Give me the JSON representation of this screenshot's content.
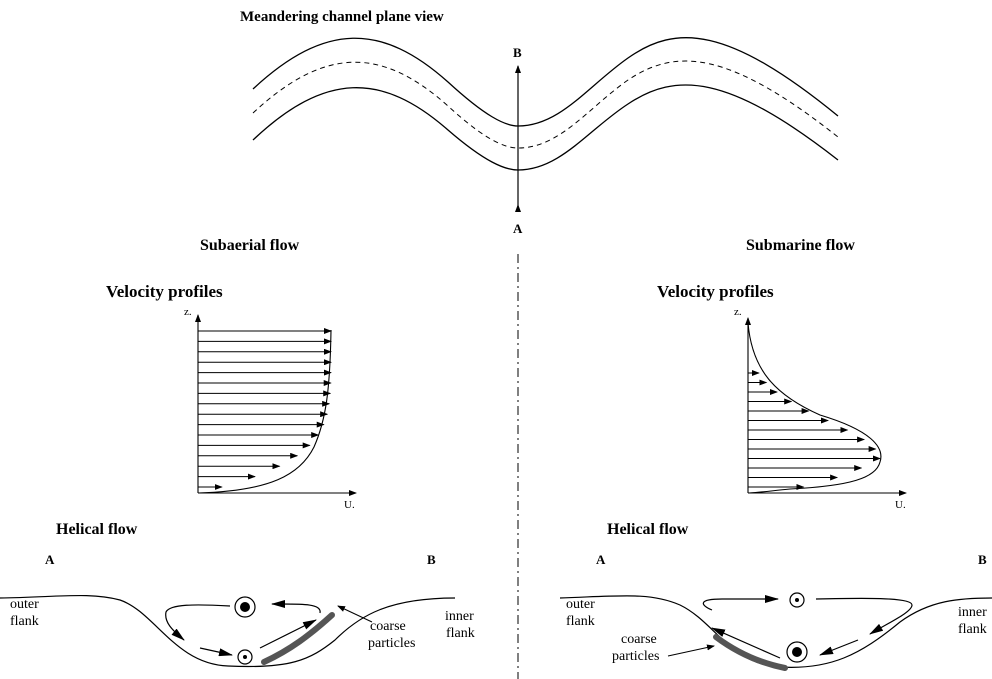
{
  "top": {
    "title": "Meandering channel plane view",
    "point_b": "B",
    "point_a": "A"
  },
  "left": {
    "heading": "Subaerial flow",
    "velocity_title": "Velocity profiles",
    "z_axis": "z.",
    "u_axis": "U.",
    "helical_title": "Helical flow",
    "point_a": "A",
    "point_b": "B",
    "outer_label_1": "outer",
    "outer_label_2": "flank",
    "inner_label_1": "inner",
    "inner_label_2": "flank",
    "coarse_1": "coarse",
    "coarse_2": "particles"
  },
  "right": {
    "heading": "Submarine flow",
    "velocity_title": "Velocity profiles",
    "z_axis": "z.",
    "u_axis": "U.",
    "helical_title": "Helical flow",
    "point_a": "A",
    "point_b": "B",
    "outer_label_1": "outer",
    "outer_label_2": "flank",
    "inner_label_1": "inner",
    "inner_label_2": "flank",
    "coarse_1": "coarse",
    "coarse_2": "particles"
  },
  "colors": {
    "line": "#000000",
    "particles": "#555555"
  }
}
